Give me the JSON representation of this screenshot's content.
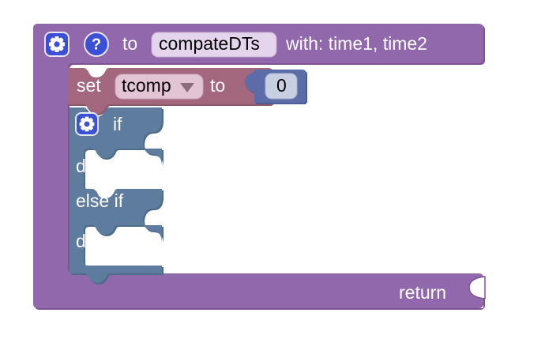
{
  "workspace": {
    "background_color": "#ffffff"
  },
  "procedure_block": {
    "name": "procedure-definition-block",
    "color": "#9068ab",
    "color_dark": "#7d5396",
    "header": {
      "mutator_icon": "gear-icon",
      "help_icon": "question-mark-icon",
      "to_label": "to",
      "procedure_name": "compateDTs",
      "with_label": "with: time1, time2"
    },
    "footer": {
      "return_label": "return"
    }
  },
  "set_block": {
    "name": "set-variable-block",
    "color": "#a4687e",
    "color_dark": "#8d586c",
    "set_label": "set",
    "variable_name": "tcomp",
    "dropdown_icon": "chevron-down-icon",
    "to_label": "to"
  },
  "number_block": {
    "name": "math-number-block",
    "color": "#5b6ca8",
    "color_dark": "#4c5c94",
    "value": "0"
  },
  "if_block": {
    "name": "controls-if-block",
    "color": "#5d7c9e",
    "color_dark": "#4e6b8a",
    "mutator_icon": "gear-icon",
    "rows": [
      {
        "label": "if",
        "kind": "condition"
      },
      {
        "label": "do",
        "kind": "statement"
      },
      {
        "label": "else if",
        "kind": "condition"
      },
      {
        "label": "do",
        "kind": "statement"
      }
    ]
  },
  "colors": {
    "purple": "#9068ab",
    "purple_dark": "#7d5396",
    "mauve": "#a4687e",
    "mauve_dark": "#8d586c",
    "steel_blue": "#5d7c9e",
    "steel_blue_dark": "#4e6b8a",
    "number_blue": "#5b6ca8",
    "field_light": "#e4d4ec",
    "field_light_blue": "#c8cfe2",
    "icon_blue": "#3b50d6",
    "text_white": "#ffffff",
    "text_black": "#000000"
  }
}
